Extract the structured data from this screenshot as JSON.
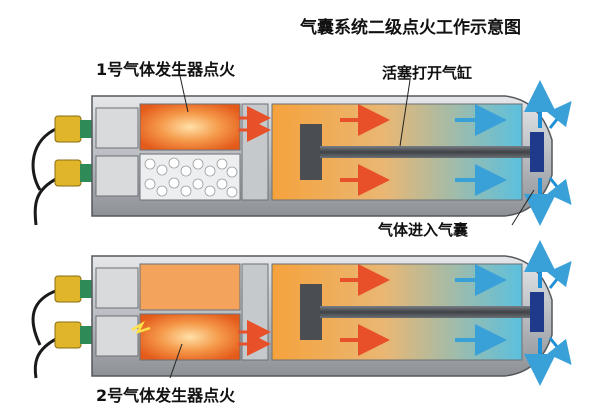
{
  "title": "气囊系统二级点火工作示意图",
  "labels": {
    "generator1": "1号气体发生器点火",
    "piston": "活塞打开气缸",
    "gas_into_airbag": "气体进入气囊",
    "generator2": "2号气体发生器点火"
  },
  "colors": {
    "flame": "#f06a1e",
    "gas_hot": "#f5a23c",
    "gas_cool": "#5bc0de",
    "flow_arrow_hot": "#e8502a",
    "flow_arrow_cool": "#3aa0d8",
    "exit_arrow": "#1e90d6",
    "housing": "#c9ccd0",
    "connector": "#e0b52a"
  },
  "icons": [
    "ignition-spark-icon",
    "gas-flow-arrow-icon",
    "exit-arrow-icon"
  ]
}
